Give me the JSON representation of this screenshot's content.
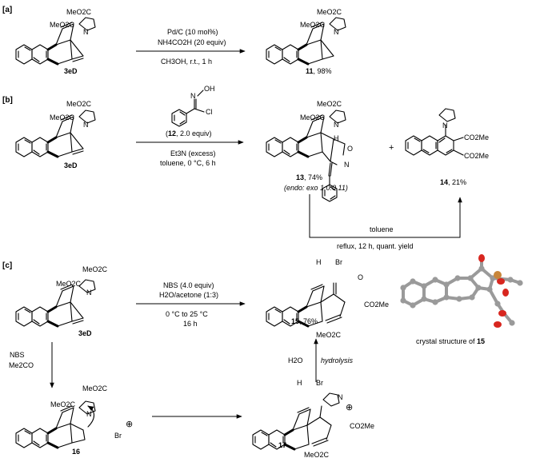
{
  "panels": {
    "a": {
      "tag": "[a]",
      "start_label": "3eD",
      "reagent": "Pd/C (10 mol%)",
      "reagent2": "NH4CO2H (20 equiv)",
      "conditions": "CH3OH, r.t., 1 h",
      "product_label": "11",
      "product_yield": ", 98%",
      "groups": {
        "ester_top": "MeO2C",
        "ester_left": "MeO2C",
        "n": "N"
      }
    },
    "b": {
      "tag": "[b]",
      "start_label": "3eD",
      "reagent_label": "12",
      "reagent_amount": ", 2.0 equiv)",
      "reagent_open": "(",
      "reagent_atoms": {
        "n": "N",
        "oh": "OH",
        "cl": "Cl"
      },
      "base": "Et3N (excess)",
      "conditions": "toluene, 0 °C, 6 h",
      "product1_label": "13",
      "product1_yield": ", 74%",
      "product1_ratio": "(endo: exo 1.0:0.11)",
      "plus": "+",
      "product2_label": "14",
      "product2_yield": ", 21%",
      "product2_groups": {
        "n": "N",
        "ester1": "CO2Me",
        "ester2": "CO2Me"
      },
      "isoxazoline_atoms": {
        "h": "H",
        "o": "O",
        "n": "N"
      },
      "conversion_solvent": "toluene",
      "conversion_conditions": "reflux, 12 h, quant. yield"
    },
    "c": {
      "tag": "[c]",
      "start_label": "3eD",
      "reagent": "NBS (4.0 equiv)",
      "solvent": "H2O/acetone (1:3)",
      "temp": "0 °C to 25 °C",
      "time": "16 h",
      "product_label": "15",
      "product_yield": ", 76%",
      "product_atoms": {
        "h": "H",
        "br": "Br",
        "o": "O",
        "ester_right": "CO2Me",
        "ester_bottom": "MeO2C"
      },
      "down_reagent": "NBS",
      "down_solvent": "Me2CO",
      "int16_label": "16",
      "int16_atoms": {
        "br": "Br",
        "plus": "⊕"
      },
      "int17_label": "17",
      "int17_atoms": {
        "h": "H",
        "br": "Br",
        "n": "N",
        "plus": "⊕",
        "ester_right": "CO2Me",
        "ester_bottom": "MeO2C"
      },
      "hydrolysis_water": "H2O",
      "hydrolysis_label": "hydrolysis",
      "crystal_caption_prefix": "crystal structure of ",
      "crystal_label": "15"
    }
  },
  "colors": {
    "oxygen": "#d8261f",
    "bromine": "#c8863a",
    "carbon": "#9a9a9a"
  }
}
